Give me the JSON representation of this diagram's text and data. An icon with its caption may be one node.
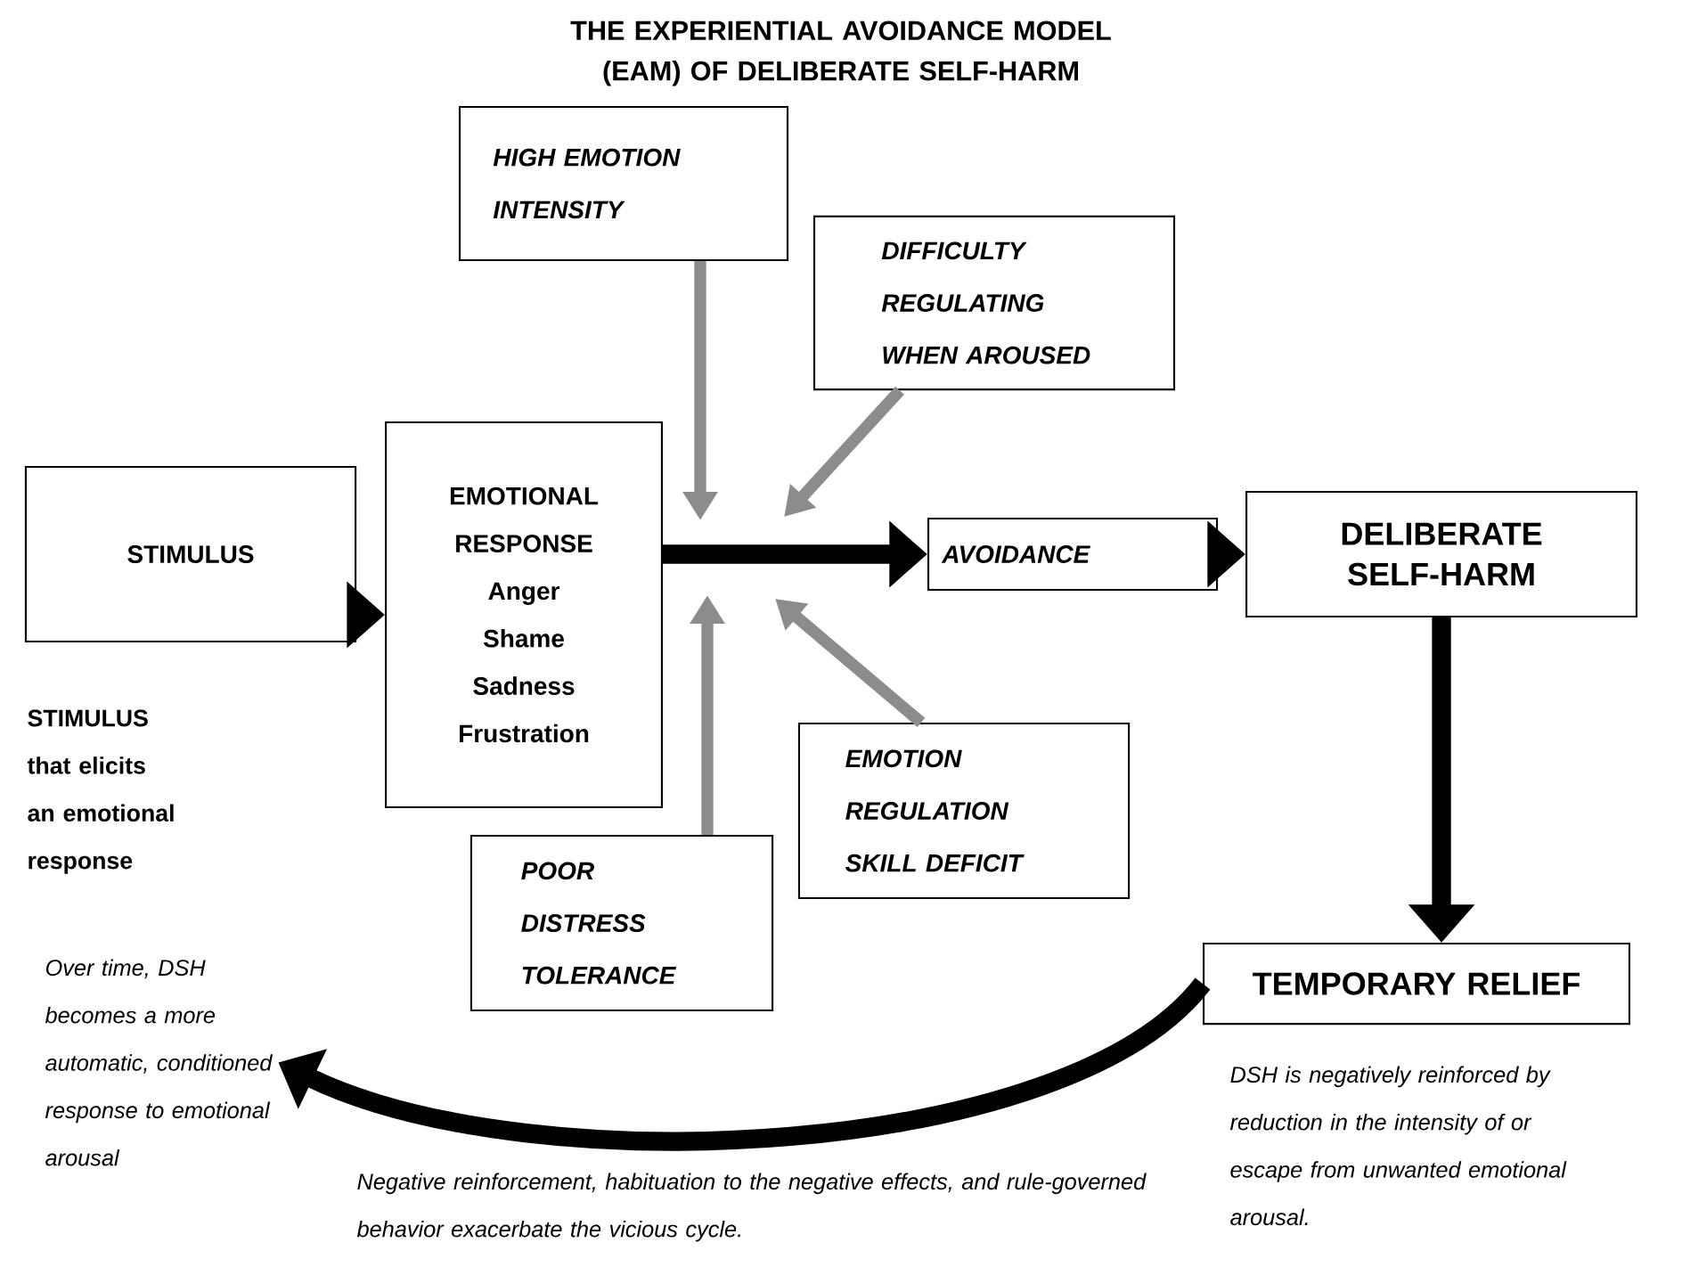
{
  "diagram": {
    "title": "THE EXPERIENTIAL AVOIDANCE MODEL (EAM) OF DELIBERATE SELF-HARM",
    "nodes": [
      {
        "text": [
          "STIMULUS"
        ],
        "beside": [
          "STIMULUS that elicits an emotional response"
        ]
      },
      {
        "text": [
          "EMOTIONAL RESPONSE",
          "Anger",
          "Shame",
          "Sadness",
          "Frustration"
        ]
      },
      {
        "text": [
          "HIGH EMOTION INTENSITY"
        ]
      },
      {
        "text": [
          "DIFFICULTY REGULATING WHEN AROUSED"
        ]
      },
      {
        "text": [
          "AVOIDANCE"
        ]
      },
      {
        "text": [
          "DELIBERATE SELF-HARM"
        ]
      },
      {
        "text": [
          "EMOTION REGULATION SKILL DEFICIT"
        ]
      },
      {
        "text": [
          "POOR DISTRESS TOLERANCE"
        ]
      },
      {
        "text": [
          "TEMPORARY RELIEF"
        ],
        "beside": [
          "DSH is negatively reinforced by reduction in the intensity of or escape from unwanted emotional arousal."
        ]
      },
      {
        "text": [
          "Over time, DSH becomes a more automatic, conditioned response to emotional arousal"
        ]
      }
    ],
    "edges": [
      {
        "from": 0,
        "to": 1,
        "arrow": "to",
        "color": "#000000"
      },
      {
        "from": 1,
        "to": 4,
        "arrow": "to",
        "color": "#000000"
      },
      {
        "from": 4,
        "to": 5,
        "arrow": "to",
        "color": "#000000"
      },
      {
        "from": 5,
        "to": 8,
        "arrow": "to",
        "color": "#000000"
      },
      {
        "from": 8,
        "to": 9,
        "arrow": "to",
        "color": "#000000"
      },
      {
        "from": 2,
        "to": null,
        "arrow": "to",
        "color": "#8c8c8c"
      },
      {
        "from": 3,
        "to": null,
        "arrow": "to",
        "color": "#8c8c8c"
      },
      {
        "from": 6,
        "to": null,
        "arrow": "to",
        "color": "#8c8c8c"
      },
      {
        "from": 7,
        "to": null,
        "arrow": "to",
        "color": "#8c8c8c"
      }
    ],
    "labels": [
      "Negative reinforcement, habituation to the negative effects, and rule-governed behavior exacerbate the vicious cycle."
    ]
  }
}
